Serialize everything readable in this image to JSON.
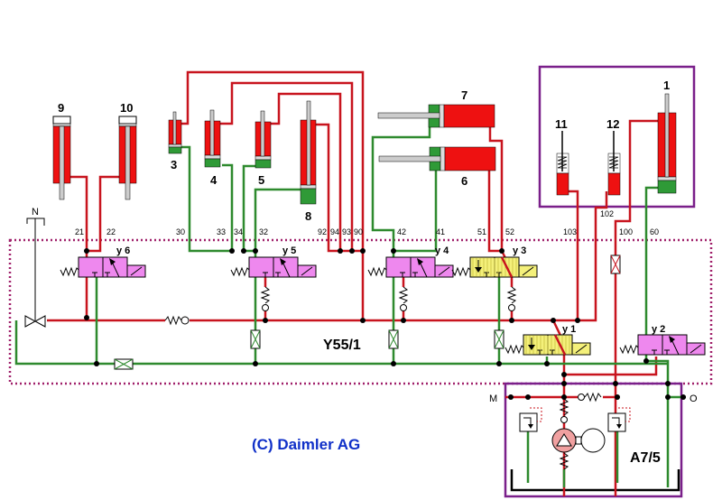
{
  "colors": {
    "pressure_line": "#c8141e",
    "return_line": "#2e8a2e",
    "cylinder_pressure": "#ee1111",
    "cylinder_return": "#2f9a37",
    "valve_magenta": "#ee88ee",
    "valve_yellow": "#f4f07a",
    "frame_purple": "#7a1f8a",
    "dotted_border": "#a0206a",
    "copyright_blue": "#1030c8"
  },
  "cylinders": [
    {
      "id": "9",
      "label": "9"
    },
    {
      "id": "10",
      "label": "10"
    },
    {
      "id": "3",
      "label": "3"
    },
    {
      "id": "4",
      "label": "4"
    },
    {
      "id": "5",
      "label": "5"
    },
    {
      "id": "8",
      "label": "8"
    },
    {
      "id": "7",
      "label": "7"
    },
    {
      "id": "6",
      "label": "6"
    },
    {
      "id": "11",
      "label": "11"
    },
    {
      "id": "12",
      "label": "12"
    },
    {
      "id": "1",
      "label": "1"
    }
  ],
  "port_labels": [
    "21",
    "22",
    "30",
    "33",
    "34",
    "32",
    "92",
    "94",
    "93",
    "90",
    "42",
    "41",
    "51",
    "52",
    "103",
    "102",
    "100",
    "60"
  ],
  "valves": [
    {
      "id": "y6",
      "label": "y 6",
      "color": "magenta"
    },
    {
      "id": "y5",
      "label": "y 5",
      "color": "magenta"
    },
    {
      "id": "y4",
      "label": "y 4",
      "color": "magenta"
    },
    {
      "id": "y3",
      "label": "y 3",
      "color": "yellow"
    },
    {
      "id": "y1",
      "label": "y 1",
      "color": "yellow"
    },
    {
      "id": "y2",
      "label": "y 2",
      "color": "magenta"
    }
  ],
  "unit_labels": {
    "valve_block": "Y55/1",
    "pump_unit": "A7/5",
    "n_label": "N",
    "m_label": "M",
    "o_label": "O"
  },
  "copyright": "(C) Daimler AG"
}
